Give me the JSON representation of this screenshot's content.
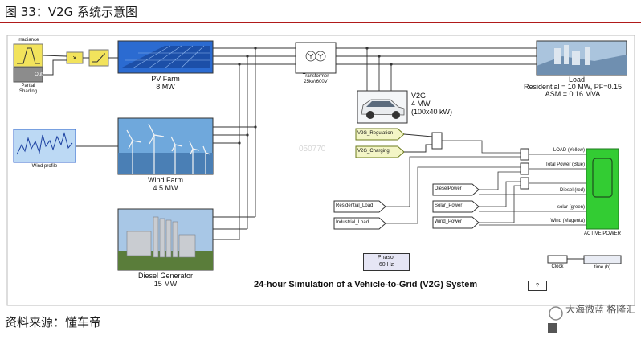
{
  "figure": {
    "title": "图 33：V2G 系统示意图",
    "source": "资料来源：懂车帝",
    "watermark": "大海微蓝 格隆汇"
  },
  "blocks": {
    "irradiance": "Irradiance",
    "partial_shading": "Partial\nShading",
    "out": "Out",
    "multiply": "×",
    "pv_farm": "PV Farm",
    "pv_power": "8 MW",
    "wind_profile": "Wind profile",
    "wind_farm": "Wind Farm",
    "wind_power": "4.5 MW",
    "diesel_gen": "Diesel Generator",
    "diesel_power": "15 MW",
    "transformer": "Transformer",
    "transformer_rating": "25kV/600V",
    "v2g_name": "V2G",
    "v2g_power": "4 MW",
    "v2g_detail": "(100x40 kW)",
    "load_name": "Load",
    "load_res": "Residential = 10 MW, PF=0.15",
    "load_asm": "ASM = 0.16 MVA",
    "v2g_regulation": "V2G_Regulation",
    "v2g_charging": "V2G_Charging",
    "residential_load": "Residential_Load",
    "industrial_load": "Industrial_Load",
    "diesel_power_port": "DieselPower",
    "solar_power_port": "Solar_Power",
    "wind_power_port": "Wind_Power",
    "load_yellow": "LOAD (Yellow)",
    "total_power_blue": "Total Power (Blue)",
    "diesel_red": "Diesel (red)",
    "solar_green": "solar (green)",
    "wind_magenta": "Wind (Magenta)",
    "active_power": "ACTIVE POWER",
    "phasor_1": "Phasor",
    "phasor_2": "60 Hz",
    "clock": "Clock",
    "time_h": "time (h)",
    "help": "?",
    "sim_title": "24-hour Simulation of a Vehicle-to-Grid (V2G) System",
    "bg_watermark": "050770"
  },
  "colors": {
    "accent_red": "#b01a1a",
    "scope_green": "#33cc33",
    "port_yellow": "#f3f5c6",
    "signal_block": "#f0e060"
  }
}
